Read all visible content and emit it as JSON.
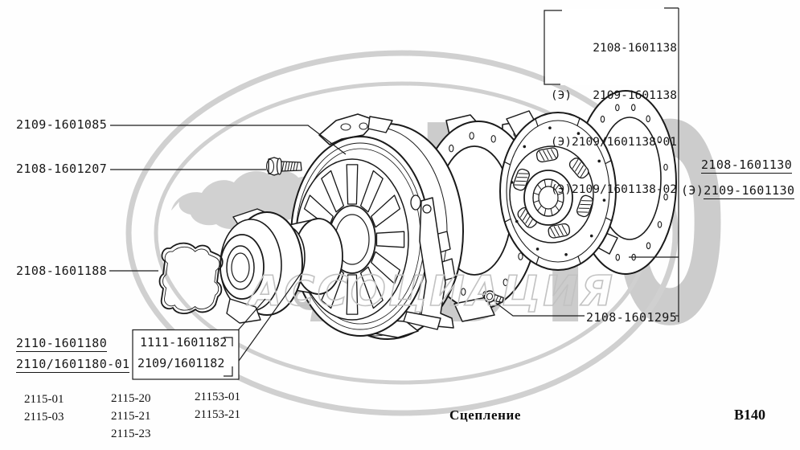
{
  "watermark": {
    "big_text": "АВТО",
    "band_text": "АССОЦИАЦИЯ"
  },
  "labels": {
    "cover": "2109-1601085",
    "bolt_upper": "2108-1601207",
    "gasket": "2108-1601188",
    "bearing_1": "2110-1601180",
    "bearing_2": "2110/1601180-01",
    "box_group": {
      "r1": "2108-1601138",
      "r2": "(Э)   2109-1601138",
      "r3": "(Э)2109/1601138-01",
      "r4": "(Э)2109/1601138-02"
    },
    "sleeve_1": "1111-1601182",
    "sleeve_2": "2109/1601182",
    "disc_1": "2108-1601130",
    "disc_2_prefix": "(Э)",
    "disc_2": "2109-1601130",
    "bolt_lower": "2108-1601295"
  },
  "footer": {
    "models_col1": [
      "2115-01",
      "2115-03"
    ],
    "models_col2": [
      "2115-20",
      "2115-21",
      "2115-23"
    ],
    "models_col3": [
      "21153-01",
      "21153-21"
    ],
    "caption": "Сцепление",
    "page_code": "В140"
  }
}
